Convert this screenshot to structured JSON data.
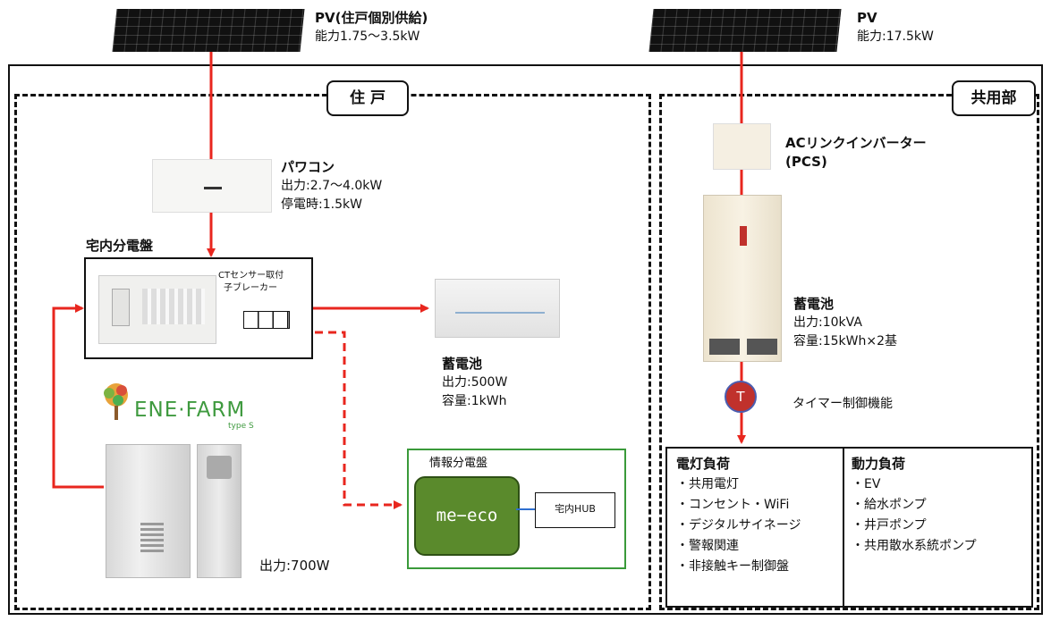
{
  "pv_residential": {
    "title": "PV(住戸個別供給)",
    "capacity": "能力1.75～3.5kW"
  },
  "pv_common": {
    "title": "PV",
    "capacity": "能力:17.5kW"
  },
  "sections": {
    "residential": "住 戸",
    "common": "共用部"
  },
  "power_conditioner": {
    "title": "パワコン",
    "output": "出力:2.7～4.0kW",
    "outage": "停電時:1.5kW"
  },
  "distribution_board": {
    "title": "宅内分電盤",
    "ct_label_1": "CTセンサー取付",
    "ct_label_2": "子ブレーカー"
  },
  "battery_residential": {
    "title": "蓄電池",
    "output": "出力:500W",
    "capacity": "容量:1kWh"
  },
  "enefarm": {
    "logo": "ENE·FARM",
    "logo_sub": "type S",
    "output": "出力:700W"
  },
  "info_board": {
    "title": "情報分電盤",
    "meeco": "me−eco",
    "hub": "宅内HUB"
  },
  "pcs": {
    "title": "ACリンクインバーター",
    "sub": "(PCS)"
  },
  "battery_common": {
    "title": "蓄電池",
    "output": "出力:10kVA",
    "capacity": "容量:15kWh×2基"
  },
  "timer": {
    "icon_letter": "T",
    "label": "タイマー制御機能"
  },
  "loads": {
    "lighting": {
      "header": "電灯負荷",
      "items": [
        "・共用電灯",
        "・コンセント・WiFi",
        "・デジタルサイネージ",
        "・警報関連",
        "・非接触キー制御盤"
      ]
    },
    "power": {
      "header": "動力負荷",
      "items": [
        "・EV",
        "・給水ポンプ",
        "・井戸ポンプ",
        "・共用散水系統ポンプ"
      ]
    }
  },
  "colors": {
    "line_red": "#e8261e",
    "meeco_green": "#5a8a2c",
    "timer_red": "#c0312c"
  }
}
